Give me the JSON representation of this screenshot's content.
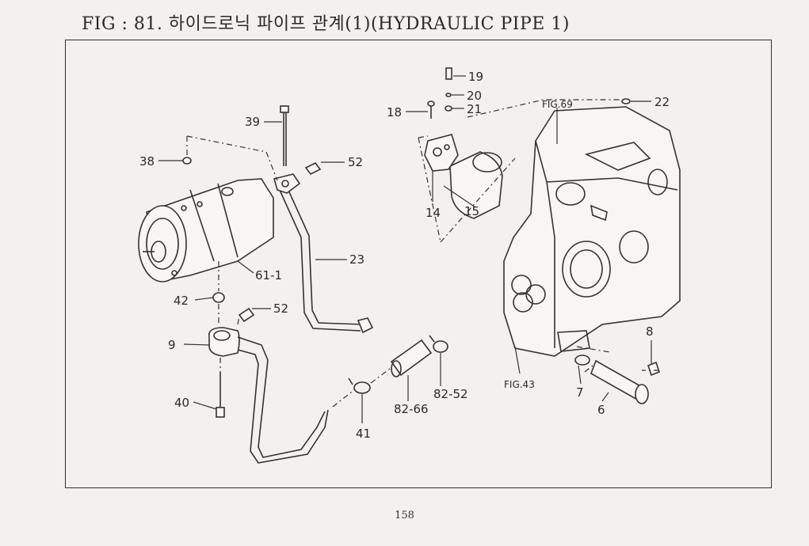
{
  "title": "FIG : 81. 하이드로닉 파이프 관계(1)(HYDRAULIC PIPE 1)",
  "page_number": "158",
  "callouts": {
    "c39": "39",
    "c38": "38",
    "c52a": "52",
    "c23": "23",
    "c611": "61-1",
    "c42": "42",
    "c52b": "52",
    "c9": "9",
    "c40": "40",
    "c41": "41",
    "c8266": "82-66",
    "c8252": "82-52",
    "c18": "18",
    "c19": "19",
    "c20": "20",
    "c21": "21",
    "c14": "14",
    "c15": "15",
    "c22": "22",
    "c8": "8",
    "c7": "7",
    "c6": "6"
  },
  "references": {
    "fig69": "FIG.69",
    "fig43": "FIG.43"
  }
}
